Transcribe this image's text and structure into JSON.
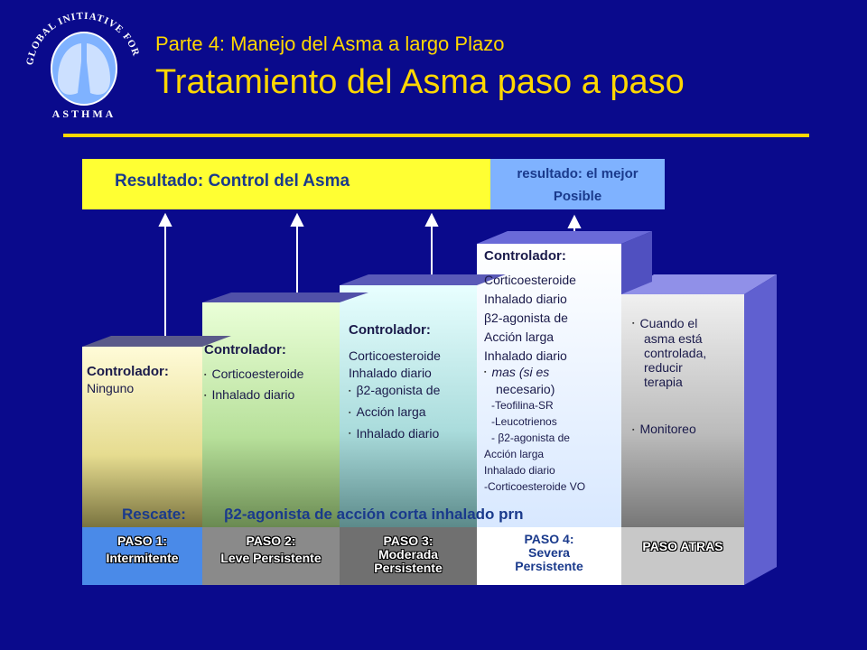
{
  "logo": {
    "top_text": "GLOBAL INITIATIVE FOR",
    "bottom_text": "ASTHMA"
  },
  "header": {
    "subtitle": "Parte 4:  Manejo del Asma a largo Plazo",
    "title": "Tratamiento del Asma paso a paso"
  },
  "banner": {
    "goal": "Resultado: Control del Asma",
    "best_line1": "resultado: el mejor",
    "best_line2": "Posible"
  },
  "steps": [
    {
      "controller_title": "Controlador:",
      "lines": [
        "Ninguno"
      ],
      "label1": "PASO 1:",
      "label2": "Intermitente"
    },
    {
      "controller_title": "Controlador:",
      "lines": [
        "Corticoesteroide",
        "Inhalado diario"
      ],
      "label1": "PASO 2:",
      "label2": "Leve Persistente"
    },
    {
      "controller_title": "Controlador:",
      "lines": [
        "Corticoesteroide",
        "Inhalado diario",
        "β2-agonista de",
        "Acción larga",
        "Inhalado diario"
      ],
      "label1": "PASO 3:",
      "label2": "Moderada",
      "label3": "Persistente"
    },
    {
      "controller_title": "Controlador:",
      "lines": [
        "Corticoesteroide",
        "Inhalado diario",
        "β2-agonista de",
        "Acción larga",
        "Inhalado diario",
        "mas (si es",
        "necesario)",
        "-Teofilina-SR",
        "-Leucotrienos",
        "- β2-agonista de",
        "Acción larga",
        "Inhalado diario",
        "-Corticoesteroide VO"
      ],
      "label1": "PASO 4:",
      "label2": "Severa",
      "label3": "Persistente"
    },
    {
      "lines": [
        "Cuando el",
        "asma está",
        "controlada,",
        "reducir",
        "terapia",
        "Monitoreo"
      ],
      "label1": "PASO ATRAS"
    }
  ],
  "rescue": {
    "label": "Rescate:",
    "text": "β2-agonista de acción corta inhalado prn"
  }
}
